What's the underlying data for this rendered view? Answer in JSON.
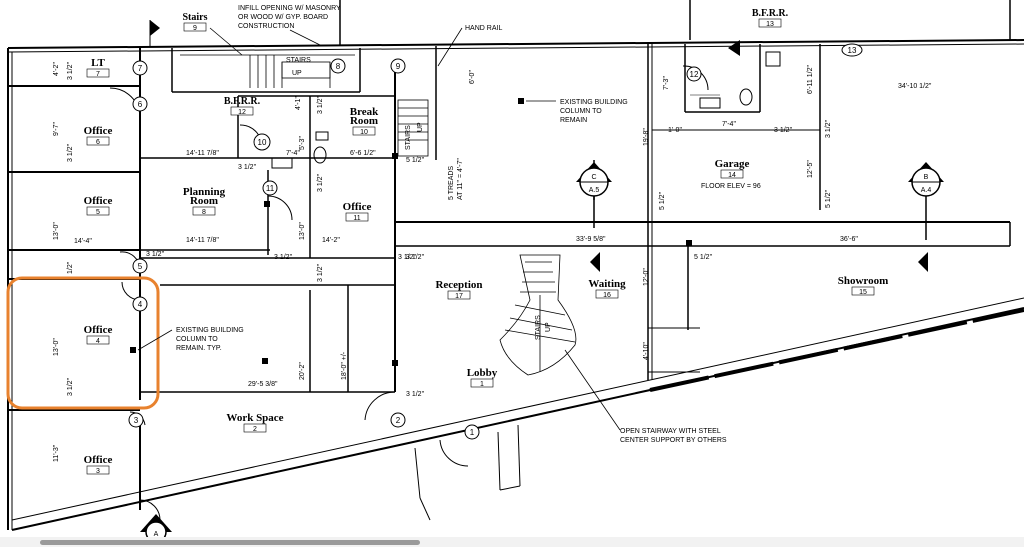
{
  "rooms": [
    {
      "name": "Stairs",
      "num": "9"
    },
    {
      "name": "LT",
      "num": "7"
    },
    {
      "name": "Office",
      "num": "6"
    },
    {
      "name": "Office",
      "num": "5"
    },
    {
      "name": "Office",
      "num": "4"
    },
    {
      "name": "Office",
      "num": "3"
    },
    {
      "name": "B.F.R.R.",
      "num": "12"
    },
    {
      "name": "Break",
      "name2": "Room",
      "num": "10"
    },
    {
      "name": "Planning",
      "name2": "Room",
      "num": "8"
    },
    {
      "name": "Office",
      "num": "11"
    },
    {
      "name": "Work Space",
      "num": "2"
    },
    {
      "name": "Reception",
      "num": "17"
    },
    {
      "name": "Waiting",
      "num": "16"
    },
    {
      "name": "Lobby",
      "num": "1"
    },
    {
      "name": "B.F.R.R.",
      "num": "13"
    },
    {
      "name": "Garage",
      "num": "14"
    },
    {
      "name": "Showroom",
      "num": "15"
    }
  ],
  "notes": {
    "infill": [
      "INFILL OPENING W/ MASONRY",
      "OR WOOD W/ GYP. BOARD",
      "CONSTRUCTION"
    ],
    "hand_rail": "HAND RAIL",
    "existing_col_a": [
      "EXISTING BUILDING",
      "COLUMN TO",
      "REMAIN"
    ],
    "existing_col_b": [
      "EXISTING BUILDING",
      "COLUMN TO",
      "REMAIN. TYP."
    ],
    "open_stair": [
      "OPEN STAIRWAY WITH STEEL",
      "CENTER SUPPORT BY OTHERS"
    ],
    "floor_elev": "FLOOR ELEV = 96",
    "treads": [
      "5 TREADS",
      "AT 11\" = 4'-7\""
    ],
    "stairs_up": [
      "STAIRS",
      "UP"
    ]
  },
  "door_tags": [
    "7",
    "6",
    "8",
    "9",
    "10",
    "11",
    "5",
    "4",
    "3",
    "2",
    "1",
    "12",
    "13"
  ],
  "sections": [
    {
      "letter": "C",
      "sheet": "A.5"
    },
    {
      "letter": "B",
      "sheet": "A.4"
    },
    {
      "letter": "A",
      "sheet": ""
    }
  ],
  "dimensions": [
    "4'-2\"",
    "3 1/2\"",
    "9'-7\"",
    "3 1/2\"",
    "13'-0\"",
    "14'-4\"",
    "3 1/2\"",
    "1/2\"",
    "13'-0\"",
    "3 1/2\"",
    "11'-3\"",
    "14'-11 7/8\"",
    "14'-11 7/8\"",
    "7'-4\"",
    "6'-6 1/2\"",
    "4'-1\"",
    "5'-3\"",
    "3 1/2\"",
    "3 1/2\"",
    "3 1/2\"",
    "3 1/2\"",
    "13'-0\"",
    "14'-2\"",
    "3 1/2\"",
    "3 1/2\"",
    "5 1/2\"",
    "6'-0\"",
    "29'-5 3/8\"",
    "20'-2\"",
    "18'-0\" +/-",
    "3 1/2\"",
    "33'-9 5/8\"",
    "36'-6\"",
    "5 1/2\"",
    "12'-0\"",
    "4'-10\"",
    "19'-8\"",
    "5 1/2\"",
    "7'-3\"",
    "1'-0\"",
    "7'-4\"",
    "3 1/2\"",
    "3 1/2\"",
    "6'-11 1/2\"",
    "12'-5\"",
    "5 1/2\"",
    "34'-10 1/2\"",
    "3 1/2\""
  ],
  "colors": {
    "line": "#000000",
    "highlight": "#e8822e"
  }
}
